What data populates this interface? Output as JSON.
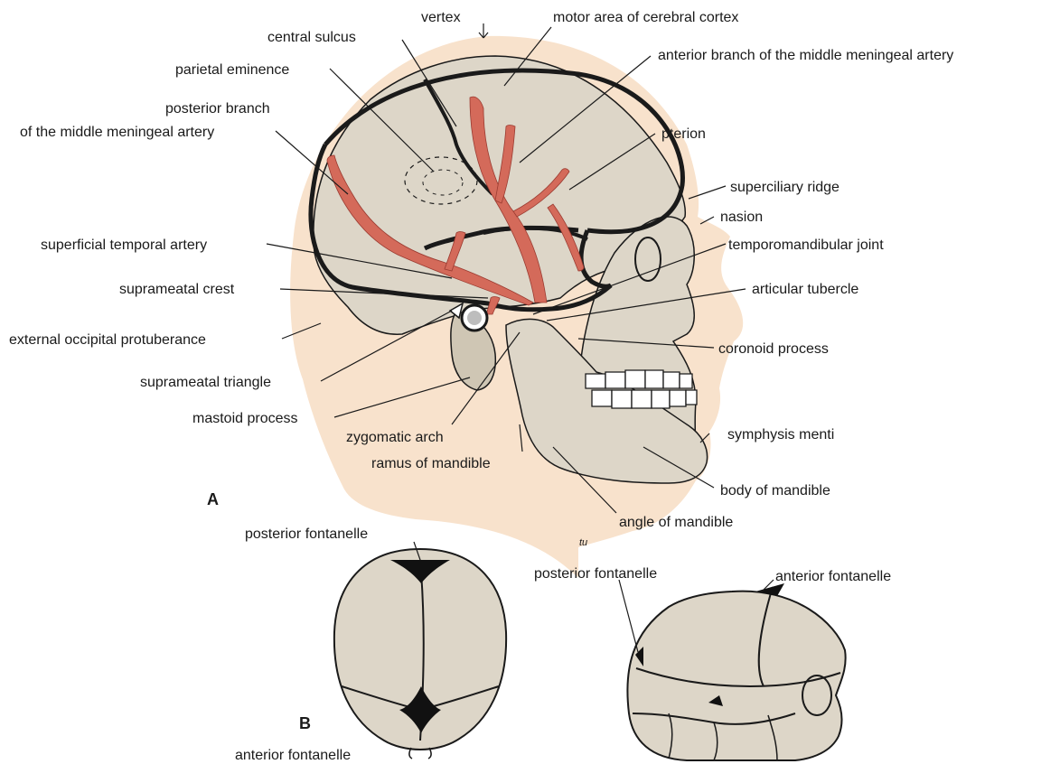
{
  "colors": {
    "skin": "#f8e2cc",
    "bone": "#ddd6c8",
    "bone_dark": "#cfc6b4",
    "artery": "#d46a5a",
    "artery_dark": "#9b3b31",
    "line": "#1a1a1a",
    "fontanelle": "#111111"
  },
  "panel_a": {
    "panel_label": "A",
    "labels": {
      "vertex": "vertex",
      "motor_area": "motor area of cerebral cortex",
      "central_sulcus": "central sulcus",
      "anterior_branch": "anterior branch of the middle meningeal artery",
      "parietal_eminence": "parietal eminence",
      "posterior_branch_1": "posterior branch",
      "posterior_branch_2": "of the middle meningeal artery",
      "pterion": "pterion",
      "superciliary_ridge": "superciliary ridge",
      "nasion": "nasion",
      "superficial_temporal_artery": "superficial temporal artery",
      "temporomandibular_joint": "temporomandibular joint",
      "suprameatal_crest": "suprameatal crest",
      "articular_tubercle": "articular tubercle",
      "external_occipital_protuberance": "external occipital protuberance",
      "coronoid_process": "coronoid process",
      "suprameatal_triangle": "suprameatal triangle",
      "mastoid_process": "mastoid process",
      "symphysis_menti": "symphysis menti",
      "zygomatic_arch": "zygomatic arch",
      "ramus_of_mandible": "ramus of mandible",
      "body_of_mandible": "body of mandible",
      "angle_of_mandible": "angle of mandible"
    }
  },
  "panel_b": {
    "panel_label": "B",
    "labels": {
      "posterior_fontanelle_top": "posterior fontanelle",
      "anterior_fontanelle_top": "anterior fontanelle",
      "posterior_fontanelle_side": "posterior fontanelle",
      "anterior_fontanelle_side": "anterior fontanelle"
    }
  }
}
